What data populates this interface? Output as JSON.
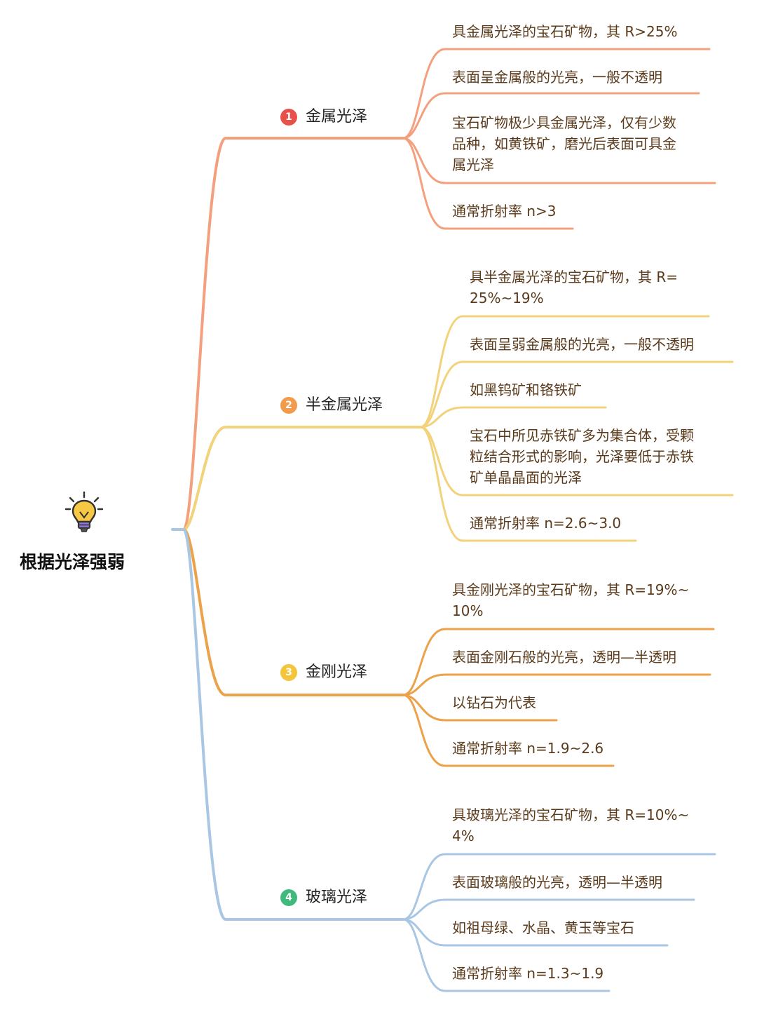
{
  "root": {
    "title": "根据光泽强弱",
    "icon": "lightbulb-icon"
  },
  "colors": {
    "b1": "#f4a07f",
    "b2": "#f2d27a",
    "b3": "#eba24a",
    "b4": "#a9c6e3",
    "root_stub": "#a9c6e3"
  },
  "branches": [
    {
      "index": "1",
      "label": "金属光泽",
      "badge_color": "#e8504a",
      "items": [
        "具金属光泽的宝石矿物，其 R>25%",
        "表面呈金属般的光亮，一般不透明",
        "宝石矿物极少具金属光泽，仅有少数\n品种，如黄铁矿，磨光后表面可具金\n属光泽",
        "通常折射率 n>3"
      ]
    },
    {
      "index": "2",
      "label": "半金属光泽",
      "badge_color": "#f09c4c",
      "items": [
        "具半金属光泽的宝石矿物，其 R=\n25%~19%",
        "表面呈弱金属般的光亮，一般不透明",
        "如黑钨矿和铬铁矿",
        "宝石中所见赤铁矿多为集合体，受颗\n粒结合形式的影响，光泽要低于赤铁\n矿单晶晶面的光泽",
        "通常折射率 n=2.6~3.0"
      ]
    },
    {
      "index": "3",
      "label": "金刚光泽",
      "badge_color": "#f2c53a",
      "items": [
        "具金刚光泽的宝石矿物，其 R=19%~\n10%",
        "表面金刚石般的光亮，透明—半透明",
        "以钻石为代表",
        "通常折射率 n=1.9~2.6"
      ]
    },
    {
      "index": "4",
      "label": "玻璃光泽",
      "badge_color": "#3fba7c",
      "items": [
        "具玻璃光泽的宝石矿物，其 R=10%~\n4%",
        "表面玻璃般的光亮，透明—半透明",
        "如祖母绿、水晶、黄玉等宝石",
        "通常折射率 n=1.3~1.9"
      ]
    }
  ]
}
